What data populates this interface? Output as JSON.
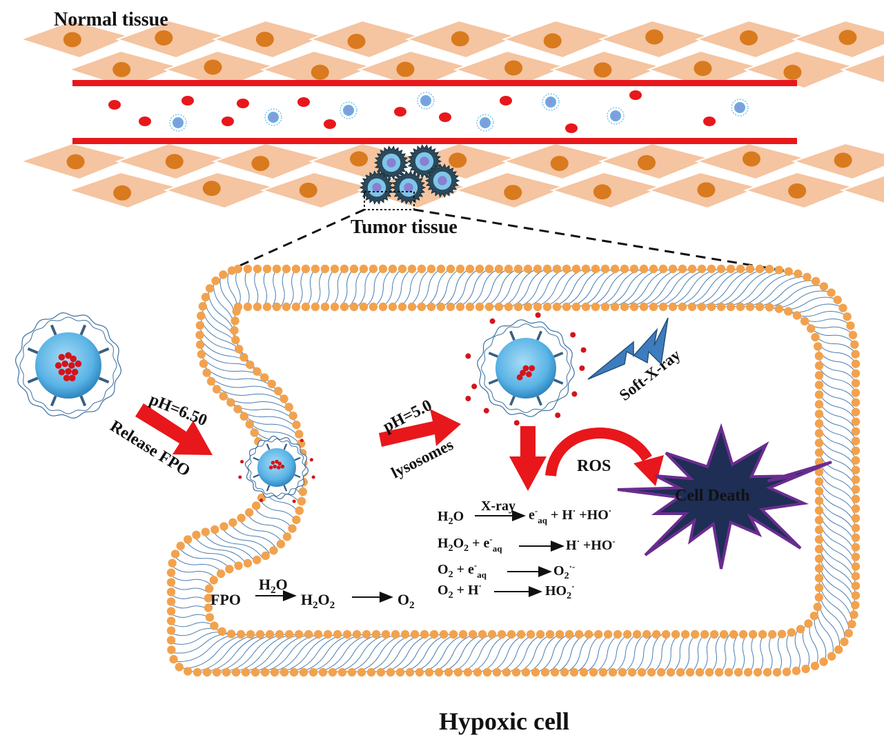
{
  "labels": {
    "normal_tissue": "Normal tissue",
    "tumor_tissue": "Tumor tissue",
    "hypoxic_cell": "Hypoxic cell",
    "ph_650": "pH=6.50",
    "release_fpo": "Release FPO",
    "ph_50": "pH=5.0",
    "lysosomes": "lysosomes",
    "soft_xray": "Soft-X-ray",
    "ros": "ROS",
    "cell_death": "Cell Death"
  },
  "reactions": {
    "r1": {
      "left": "H",
      "left_sub": "2",
      "left_tail": "O",
      "over": "X-ray",
      "e": "e",
      "e_sup": "-",
      "e_sub": "aq",
      "plus_h": " + H",
      "h_sup": "·",
      "plus_ho": " +HO",
      "ho_sup": "·"
    },
    "r2": {
      "left": "H",
      "s1": "2",
      "mid": "O",
      "s2": "2",
      "plus_e": " + e",
      "e_sup": "-",
      "e_sub": "aq",
      "right_h": "H",
      "h_sup": "·",
      "right_ho": " +HO",
      "ho_sup": "-"
    },
    "r3": {
      "left": "O",
      "s1": "2",
      "plus_e": " + e",
      "e_sup": "-",
      "e_sub": "aq",
      "right": "O",
      "r_sub": "2",
      "r_sup": "·-"
    },
    "r4": {
      "left": "O",
      "s1": "2",
      "plus_h": " + H",
      "h_sup": "·",
      "right": "HO",
      "r_sub": "2",
      "r_sup": "·"
    },
    "fpo": {
      "fpo": "FPO",
      "over": "H",
      "over_sub": "2",
      "over_tail": "O",
      "mid": "H",
      "m1": "2",
      "mid2": "O",
      "m2": "2",
      "end": "O",
      "e_sub": "2"
    }
  },
  "colors": {
    "tissue": "#f5c4a0",
    "tissue_edge": "#ffffff",
    "nucleus": "#d97a1e",
    "vessel_wall": "#e8171b",
    "rbc": "#e8171b",
    "membrane_head": "#f2a24e",
    "lipid_tail": "#4a7cb0",
    "nanoparticle": "#5ab4e6",
    "cell_death_fill": "#1e2e55",
    "cell_death_edge": "#6a2d8f",
    "xray_bolt": "#3d7dbd"
  }
}
